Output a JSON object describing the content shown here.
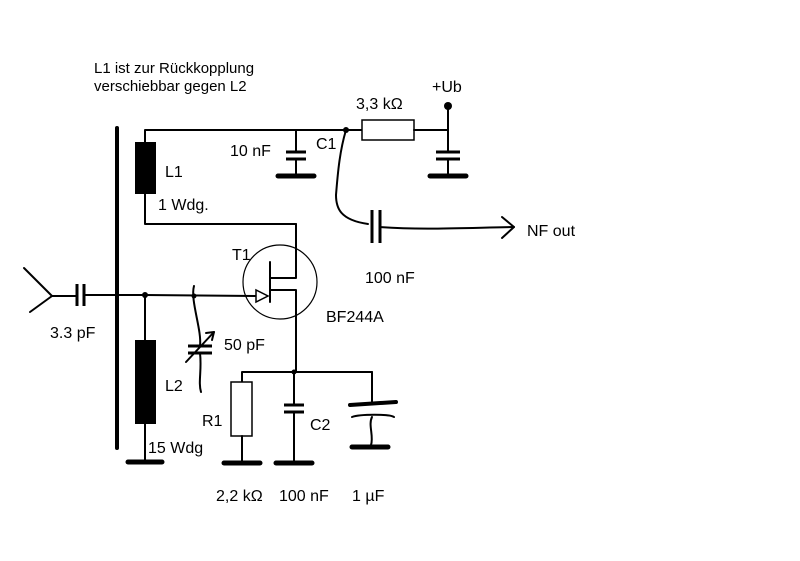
{
  "note": {
    "line1": "L1 ist zur Rückkopplung",
    "line2": "verschiebbar gegen L2"
  },
  "labels": {
    "supply": "+Ub",
    "r_supply": "3,3 kΩ",
    "c_10n": "10 nF",
    "c1": "C1",
    "l1": "L1",
    "l1_turns": "1 Wdg.",
    "t1": "T1",
    "nf_out": "NF out",
    "c_100n_out": "100 nF",
    "c_input": "3.3 pF",
    "c_trim": "50 pF",
    "transistor_type": "BF244A",
    "l2": "L2",
    "r1": "R1",
    "c2": "C2",
    "l2_turns": "15 Wdg",
    "r1_value": "2,2 kΩ",
    "c2_value": "100 nF",
    "c_1u": "1 µF"
  }
}
